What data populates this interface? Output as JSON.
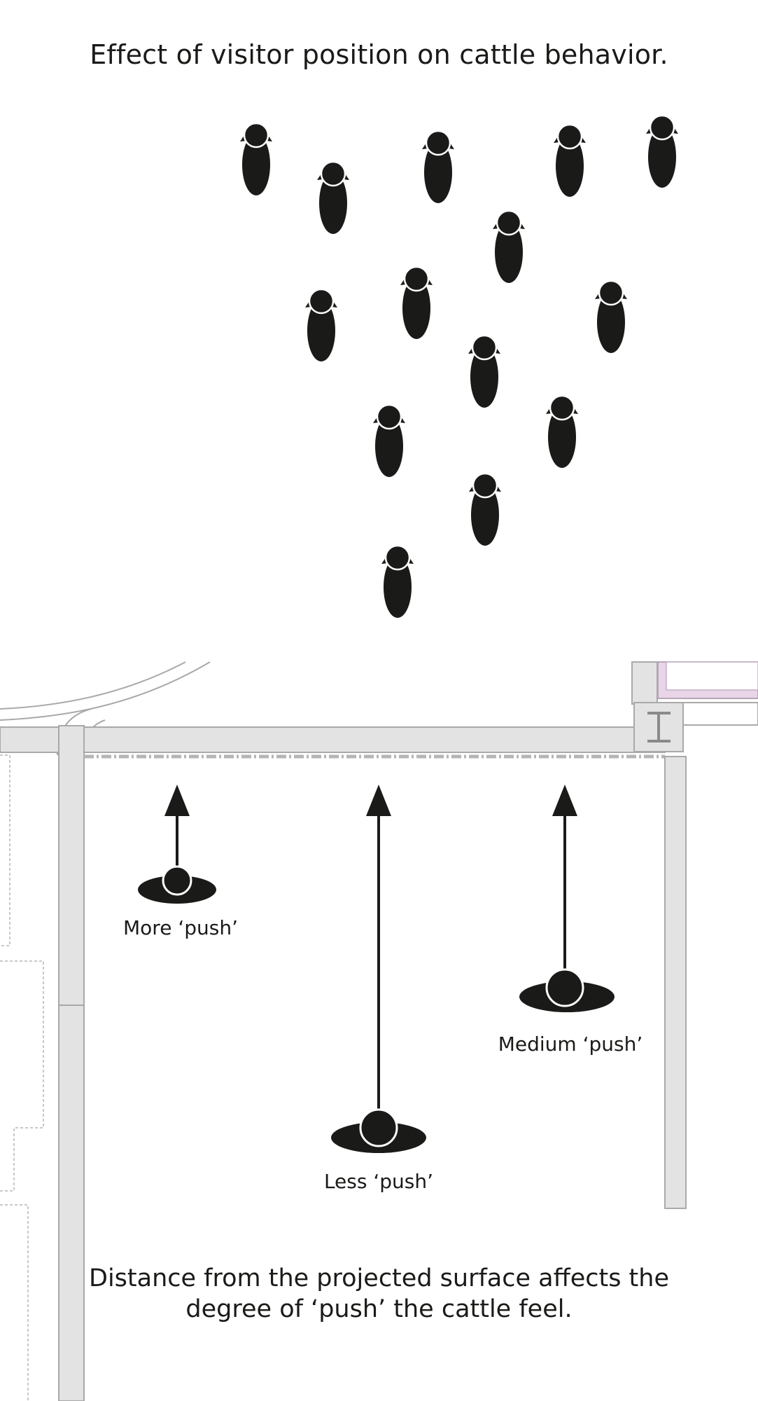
{
  "title": "Effect of visitor position on cattle behavior.",
  "visitors": [
    {
      "label": "More ‘push’"
    },
    {
      "label": "Less ‘push’"
    },
    {
      "label": "Medium ‘push’"
    }
  ],
  "caption": {
    "line1": "Distance from the projected surface affects the",
    "line2": "degree of ‘push’ the cattle feel."
  },
  "colors": {
    "figure": "#1a1a18",
    "wall": "#dcdcdc",
    "wall_stroke": "#a9a9a9",
    "accent_wall": "#e8d6e8"
  }
}
